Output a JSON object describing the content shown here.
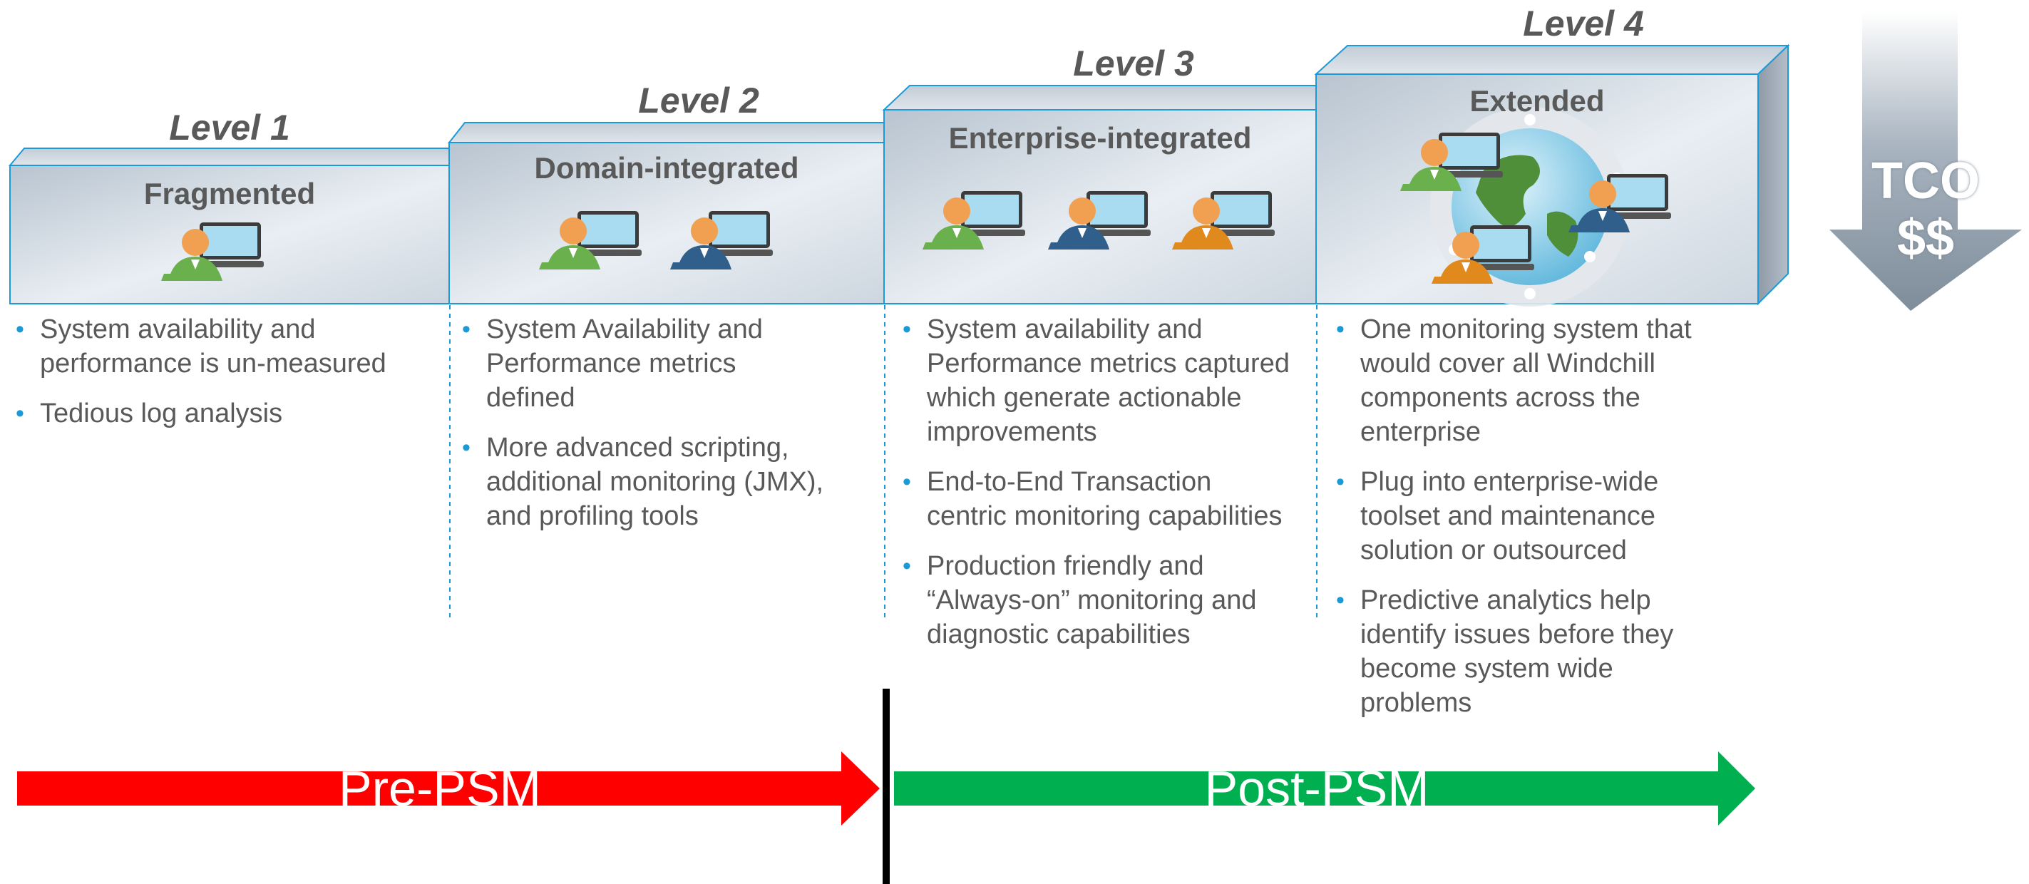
{
  "levels": [
    {
      "label": "Level 1",
      "title": "Fragmented",
      "bullets": [
        "System availability and\nperformance is un-measured",
        "Tedious log analysis"
      ]
    },
    {
      "label": "Level 2",
      "title": "Domain-integrated",
      "bullets": [
        "System Availability and\nPerformance metrics\ndefined",
        "More advanced scripting,\nadditional monitoring (JMX),\nand profiling tools"
      ]
    },
    {
      "label": "Level 3",
      "title": "Enterprise-integrated",
      "bullets": [
        "System availability and\nPerformance metrics captured\nwhich generate actionable\nimprovements",
        "End-to-End Transaction\ncentric  monitoring capabilities",
        "Production friendly and\n“Always-on” monitoring and\ndiagnostic capabilities"
      ]
    },
    {
      "label": "Level 4",
      "title": "Extended",
      "bullets": [
        "One monitoring system that\nwould cover all Windchill\ncomponents across the\nenterprise",
        "Plug into enterprise-wide\ntoolset  and maintenance\nsolution or outsourced",
        "Predictive analytics help\nidentify issues before they\nbecome system wide\nproblems"
      ]
    }
  ],
  "arrows": {
    "pre_label": "Pre-PSM",
    "post_label": "Post-PSM",
    "pre_color": "#ff0000",
    "post_color": "#00b050"
  },
  "tco": {
    "line1": "TCO",
    "line2": "$$"
  },
  "icons": {
    "user_workstation": "user-computer-icon",
    "globe": "globe-icon"
  },
  "colors": {
    "text": "#595959",
    "bullet": "#1a9ad6",
    "box_border": "#1a9ad6",
    "user_green": "#6ab04c",
    "user_blue": "#2f5f8a",
    "user_orange": "#e08a1e",
    "head": "#f0a050"
  }
}
